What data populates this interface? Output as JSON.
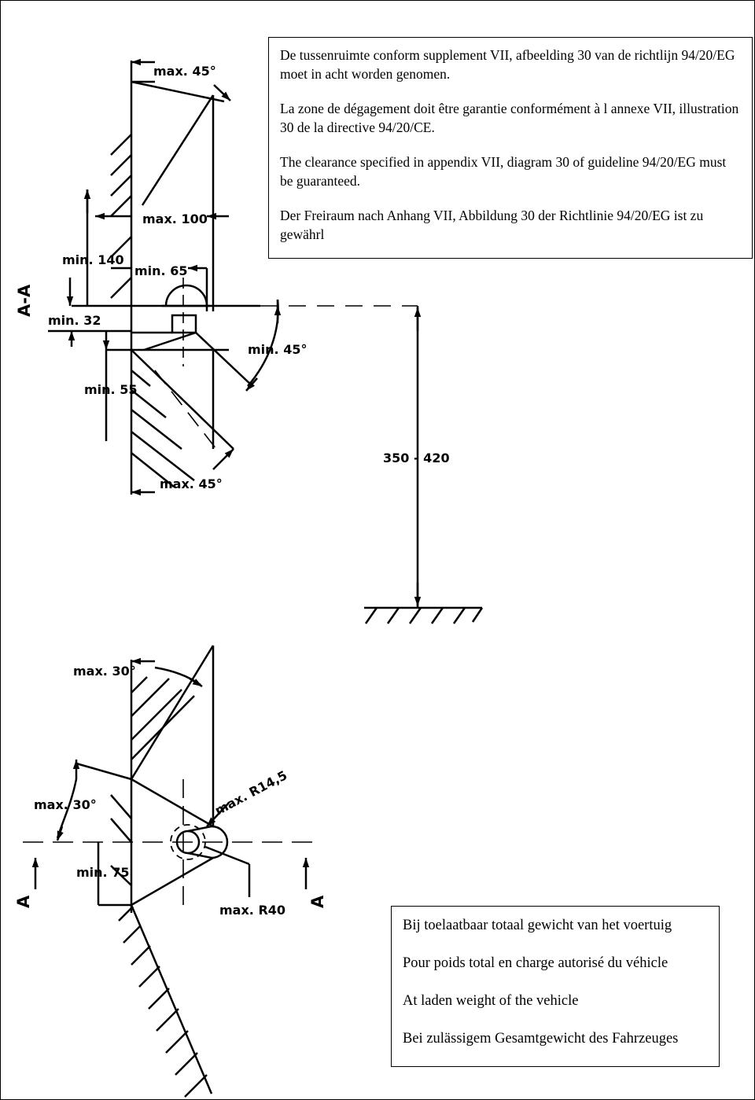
{
  "notes": {
    "nl": "De tussenruimte conform supplement VII, afbeelding 30 van de richtlijn 94/20/EG moet in acht worden genomen.",
    "fr": "La zone de dégagement doit être garantie conformément à l annexe VII, illustration 30 de la directive 94/20/CE.",
    "en": "The clearance specified in appendix VII, diagram 30 of guideline 94/20/EG must be guaranteed.",
    "de": "Der Freiraum nach Anhang VII, Abbildung 30 der Richtlinie 94/20/EG ist zu gewährl"
  },
  "weight_box": {
    "nl": "Bij toelaatbaar totaal gewicht van het voertuig",
    "fr": "Pour poids total en charge autorisé du véhicle",
    "en": "At laden weight of the vehicle",
    "de": "Bei zulässigem Gesamtgewicht des Fahrzeuges"
  },
  "section_view": {
    "section_label": "A-A",
    "dim_top_angle": "max. 45°",
    "dim_max_100": "max. 100",
    "dim_min_140": "min. 140",
    "dim_min_65": "min. 65",
    "dim_min_32": "min. 32",
    "dim_min_45_angle": "min. 45°",
    "dim_min_55": "min. 55",
    "dim_bottom_angle": "max. 45°",
    "dim_height_range": "350 - 420"
  },
  "plan_view": {
    "dim_upper_angle": "max. 30°",
    "dim_lower_angle": "max. 30°",
    "dim_radius_small": "max. R14,5",
    "dim_radius_large": "max. R40",
    "dim_min_75": "min. 75",
    "section_marker_left": "A",
    "section_marker_right": "A"
  }
}
